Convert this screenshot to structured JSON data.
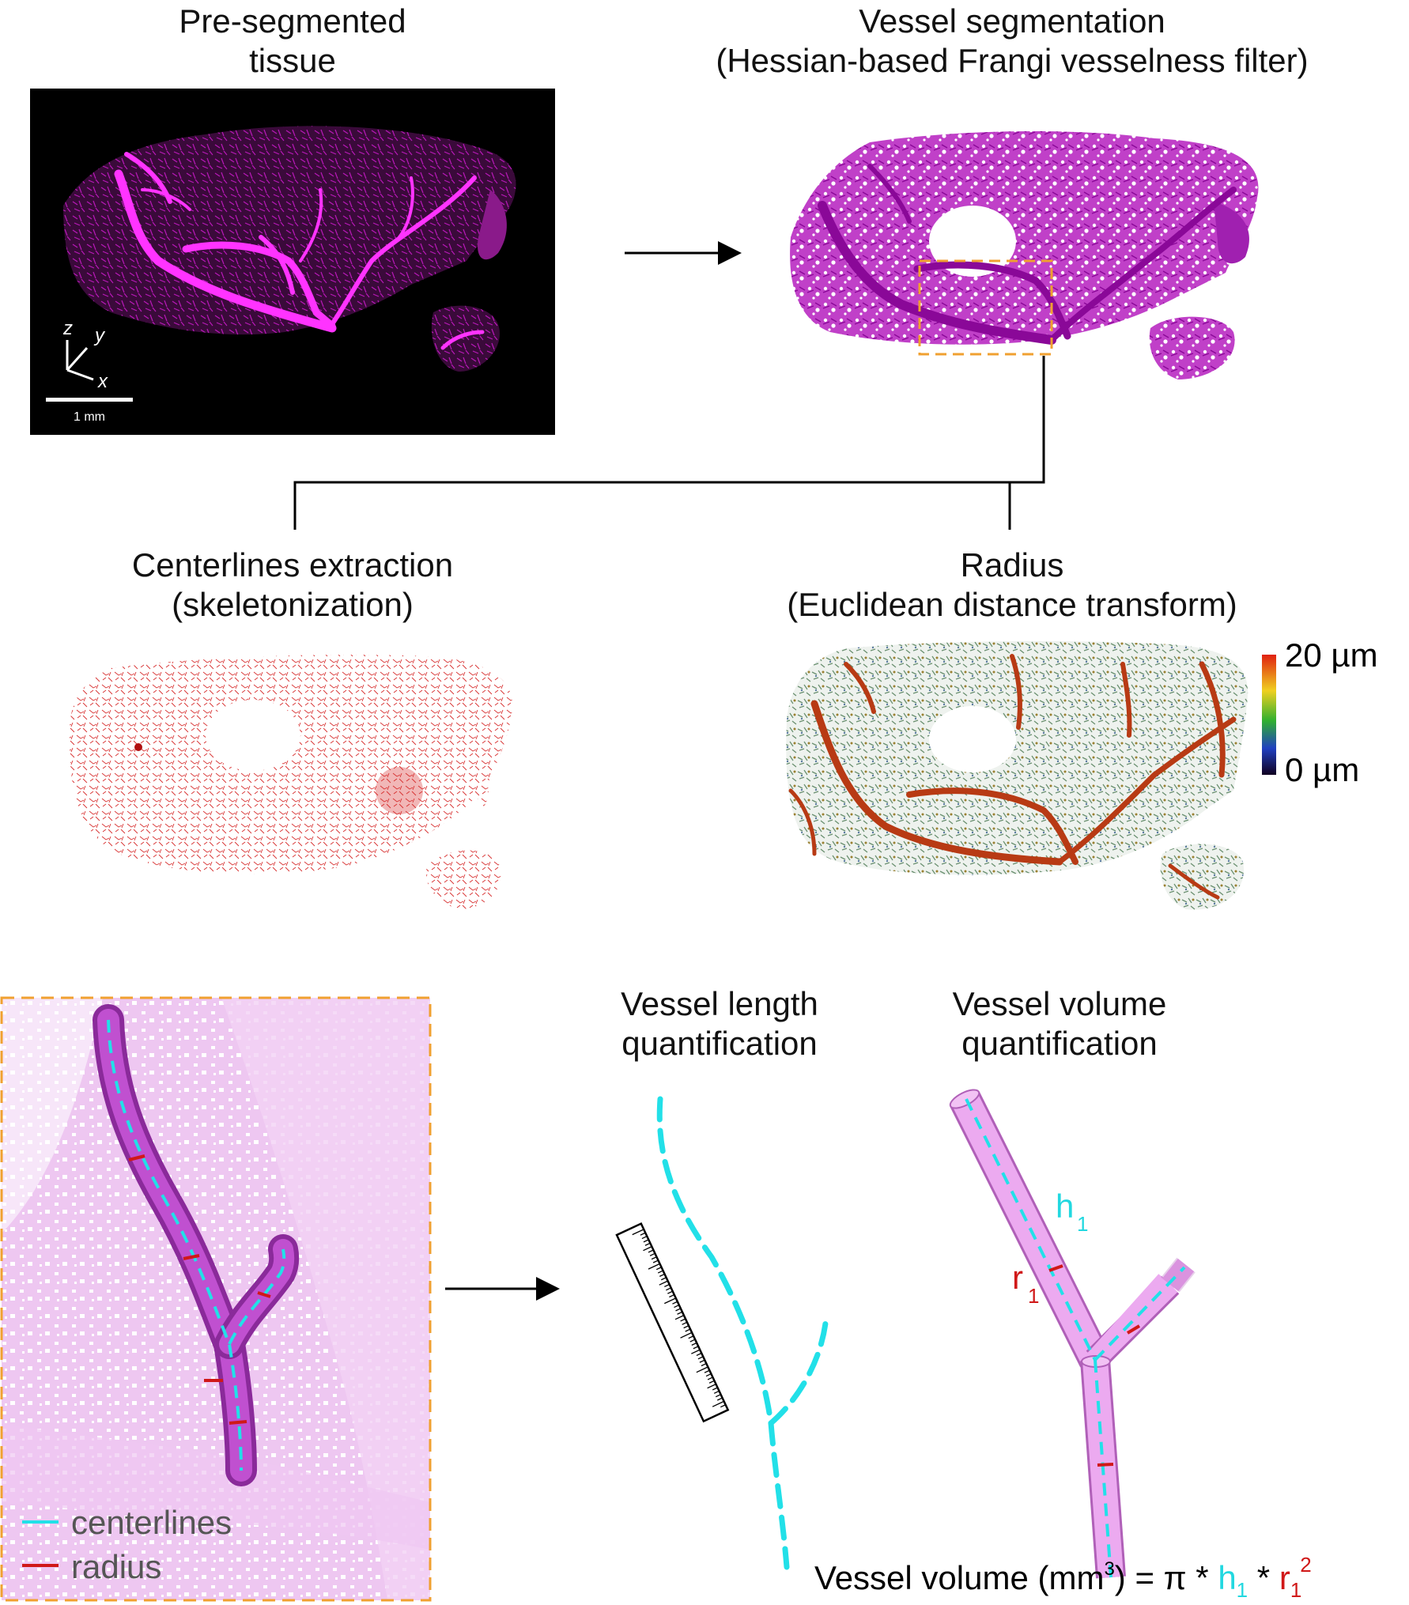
{
  "panels": {
    "pre_segmented": {
      "title_line1": "Pre-segmented",
      "title_line2": "tissue",
      "axes": {
        "z": "z",
        "y": "y",
        "x": "x"
      },
      "scalebar": "1 mm"
    },
    "vessel_segmentation": {
      "title_line1": "Vessel segmentation",
      "title_line2": "(Hessian-based Frangi vesselness filter)"
    },
    "centerlines": {
      "title_line1": "Centerlines extraction",
      "title_line2": "(skeletonization)"
    },
    "radius": {
      "title_line1": "Radius",
      "title_line2": "(Euclidean distance transform)",
      "colorbar_max": "20 µm",
      "colorbar_min": "0 µm"
    },
    "zoom": {
      "legend_centerlines": "centerlines",
      "legend_radius": "radius"
    },
    "length": {
      "title_line1": "Vessel length",
      "title_line2": "quantification"
    },
    "volume": {
      "title_line1": "Vessel volume",
      "title_line2": "quantification",
      "h_label": "h",
      "h_sub": "1",
      "r_label": "r",
      "r_sub": "1",
      "formula_prefix": "Vessel volume (mm",
      "formula_unit_exp": "3",
      "formula_mid": ") = π * ",
      "formula_h": "h",
      "formula_h_sub": "1",
      "formula_times": " * ",
      "formula_r": "r",
      "formula_r_sub": "1",
      "formula_r_exp": "2"
    }
  },
  "colors": {
    "magenta": "#e020e0",
    "purple": "#a010b0",
    "orange": "#f0a030",
    "cyan": "#22e0e8",
    "red": "#d01818",
    "rust": "#b83a14",
    "pink": "#e8a0ec"
  }
}
